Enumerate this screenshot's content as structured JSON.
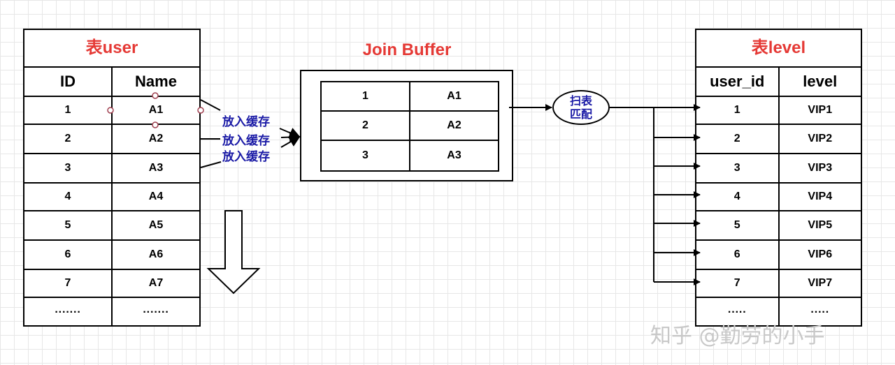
{
  "user_table": {
    "title": "表user",
    "headers": [
      "ID",
      "Name"
    ],
    "rows": [
      [
        "1",
        "A1"
      ],
      [
        "2",
        "A2"
      ],
      [
        "3",
        "A3"
      ],
      [
        "4",
        "A4"
      ],
      [
        "5",
        "A5"
      ],
      [
        "6",
        "A6"
      ],
      [
        "7",
        "A7"
      ],
      [
        "·······",
        "·······"
      ]
    ]
  },
  "buffer": {
    "title": "Join Buffer",
    "rows": [
      [
        "1",
        "A1"
      ],
      [
        "2",
        "A2"
      ],
      [
        "3",
        "A3"
      ]
    ]
  },
  "cache_labels": [
    "放入缓存",
    "放入缓存",
    "放入缓存"
  ],
  "scan": {
    "line1": "扫表",
    "line2": "匹配"
  },
  "level_table": {
    "title": "表level",
    "headers": [
      "user_id",
      "level"
    ],
    "rows": [
      [
        "1",
        "VIP1"
      ],
      [
        "2",
        "VIP2"
      ],
      [
        "3",
        "VIP3"
      ],
      [
        "4",
        "VIP4"
      ],
      [
        "5",
        "VIP5"
      ],
      [
        "6",
        "VIP6"
      ],
      [
        "7",
        "VIP7"
      ],
      [
        "·····",
        "·····"
      ]
    ]
  },
  "watermark": "知乎 @勤劳的小手",
  "colors": {
    "title_red": "#e53935",
    "label_blue": "#1a1aa6",
    "grid": "#e7e7e7"
  }
}
